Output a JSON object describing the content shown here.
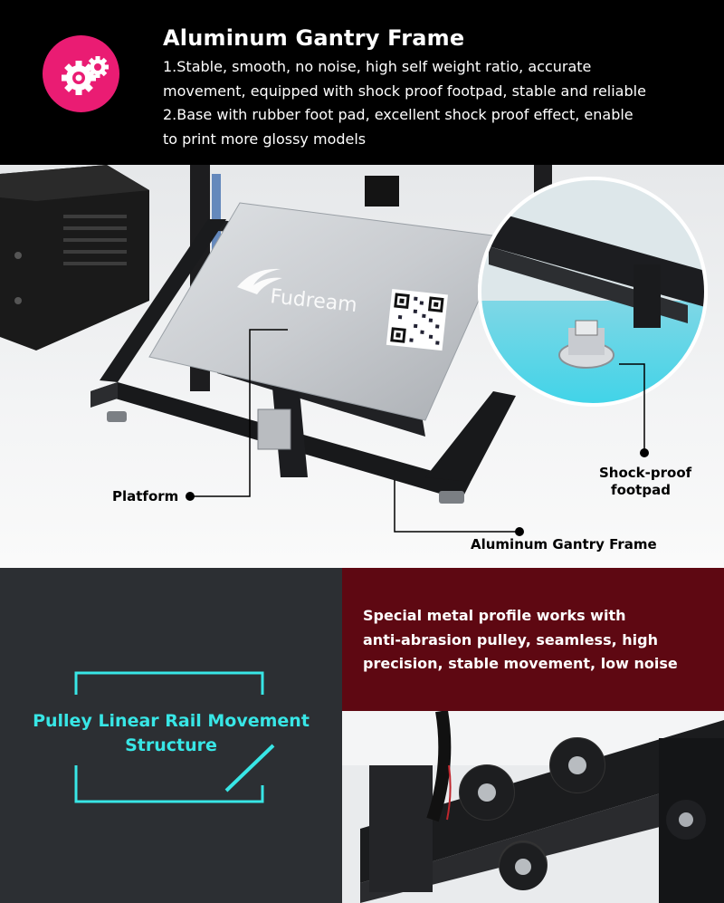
{
  "header": {
    "icon": "gears-icon",
    "title": "Aluminum Gantry Frame",
    "lines": [
      "1.Stable, smooth, no noise, high self weight ratio, accurate",
      "movement, equipped with shock proof footpad, stable and reliable",
      "2.Base with rubber foot pad, excellent shock proof effect, enable",
      "to print more glossy models"
    ]
  },
  "photo": {
    "brand_logo": "Fudream",
    "callouts": {
      "platform": "Platform",
      "shock_line1": "Shock-proof",
      "shock_line2": "footpad",
      "frame": "Aluminum Gantry Frame"
    }
  },
  "bottom": {
    "left_title_line1": "Pulley Linear Rail Movement",
    "left_title_line2": "Structure",
    "right_lines": [
      "Special metal profile works with",
      "anti-abrasion pulley, seamless, high",
      "precision, stable movement, low noise"
    ]
  },
  "colors": {
    "accent_pink": "#ea1c73",
    "accent_cyan": "#38e6e6",
    "maroon": "#5e0812"
  }
}
